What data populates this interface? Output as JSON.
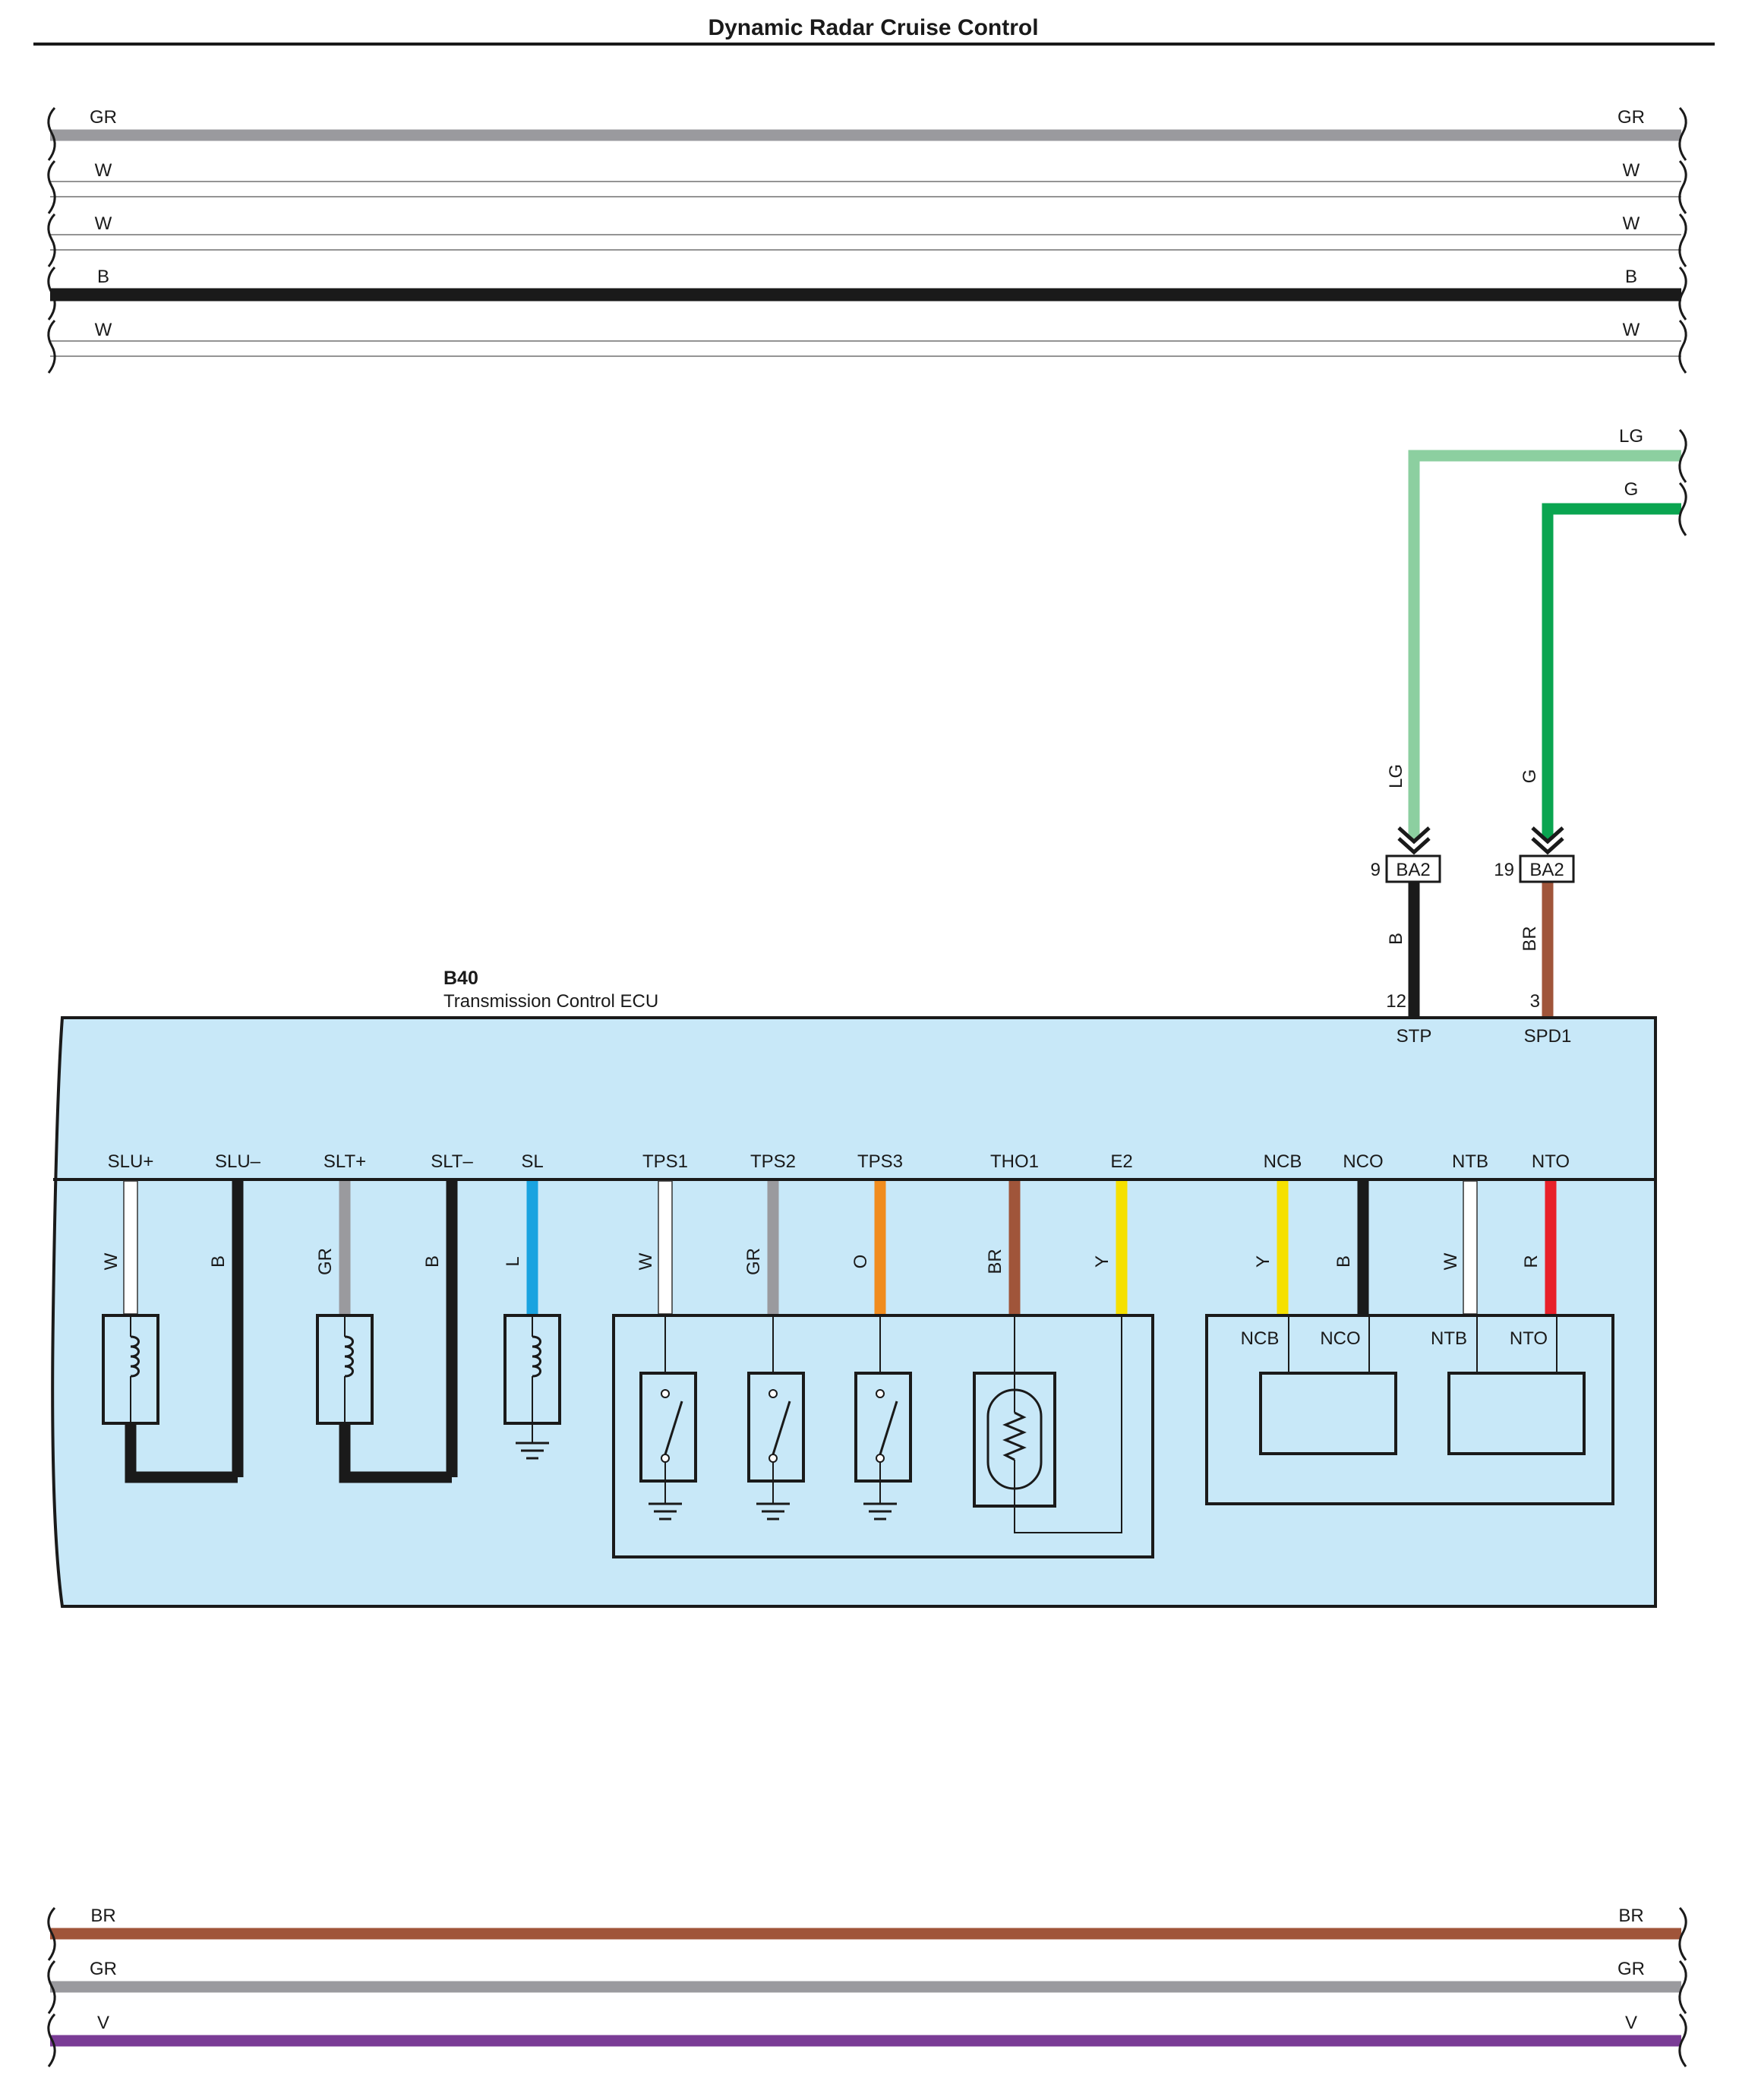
{
  "title": "Dynamic Radar Cruise Control",
  "colors": {
    "GR": "#9a9a9e",
    "W": "#ffffff",
    "B": "#1a1a1a",
    "LG": "#8ccfa0",
    "G": "#0aa550",
    "BR": "#a0553a",
    "V": "#7a3c96",
    "L": "#1aa3e0",
    "O": "#f08c1e",
    "Y": "#f5e000",
    "R": "#e8202a",
    "ecu_fill": "#c8e8f8"
  },
  "top_wires": [
    "GR",
    "W",
    "W",
    "B",
    "W"
  ],
  "bottom_wires": [
    "BR",
    "GR",
    "V"
  ],
  "right_wires": [
    "LG",
    "G"
  ],
  "connectors": [
    {
      "pin": "9",
      "name": "BA2",
      "wire_in": "LG",
      "wire_out": "B",
      "ecu_pin": "12",
      "terminal": "STP"
    },
    {
      "pin": "19",
      "name": "BA2",
      "wire_in": "G",
      "wire_out": "BR",
      "ecu_pin": "3",
      "terminal": "SPD1"
    }
  ],
  "ecu": {
    "code": "B40",
    "name": "Transmission Control ECU",
    "terminals": [
      {
        "label": "SLU+",
        "wire": "W"
      },
      {
        "label": "SLU–",
        "wire": "B"
      },
      {
        "label": "SLT+",
        "wire": "GR"
      },
      {
        "label": "SLT–",
        "wire": "B"
      },
      {
        "label": "SL",
        "wire": "L"
      },
      {
        "label": "TPS1",
        "wire": "W"
      },
      {
        "label": "TPS2",
        "wire": "GR"
      },
      {
        "label": "TPS3",
        "wire": "O"
      },
      {
        "label": "THO1",
        "wire": "BR"
      },
      {
        "label": "E2",
        "wire": "Y"
      },
      {
        "label": "NCB",
        "wire": "Y"
      },
      {
        "label": "NCO",
        "wire": "B"
      },
      {
        "label": "NTB",
        "wire": "W"
      },
      {
        "label": "NTO",
        "wire": "R"
      }
    ],
    "sensor_labels": [
      "NCB",
      "NCO",
      "NTB",
      "NTO"
    ]
  }
}
